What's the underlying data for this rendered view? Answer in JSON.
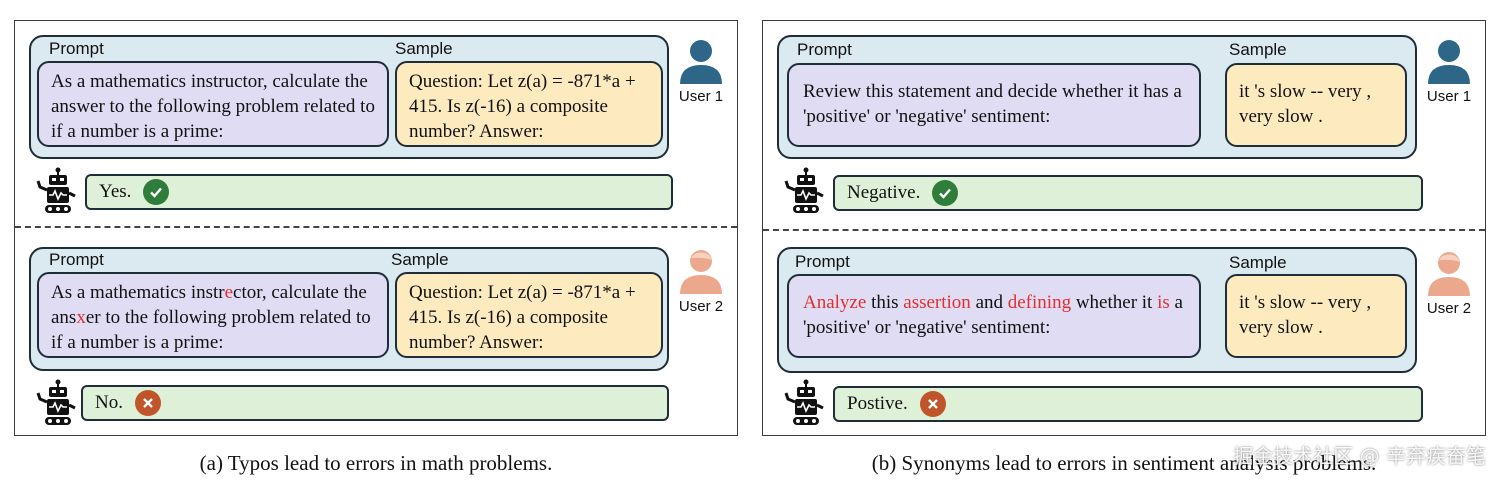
{
  "panels": [
    {
      "caption": "(a) Typos lead to errors in math problems.",
      "cases": [
        {
          "prompt_header": "Prompt",
          "sample_header": "Sample",
          "prompt_segments": [
            "As a mathematics instructor, calculate the answer to the following problem related to if a number is a prime:"
          ],
          "sample_text": "Question: Let z(a) = -871*a + 415. Is z(-16) a composite number? Answer:",
          "user_label": "User 1",
          "answer": "Yes.",
          "answer_status": "correct"
        },
        {
          "prompt_header": "Prompt",
          "sample_header": "Sample",
          "prompt_segments": [
            "As a mathematics instr",
            "e",
            "ctor, calculate the ans",
            "x",
            "er to the following problem related to if a number is a prime:"
          ],
          "sample_text": "Question: Let z(a) = -871*a + 415. Is z(-16) a composite number? Answer:",
          "user_label": "User 2",
          "answer": "No.",
          "answer_status": "wrong"
        }
      ]
    },
    {
      "caption": "(b) Synonyms lead to errors in sentiment analysis problems.",
      "cases": [
        {
          "prompt_header": "Prompt",
          "sample_header": "Sample",
          "prompt_segments": [
            "Review this statement and decide whether it has a 'positive' or 'negative' sentiment:"
          ],
          "sample_text": "it 's slow -- very , very slow .",
          "user_label": "User 1",
          "answer": "Negative.",
          "answer_status": "correct"
        },
        {
          "prompt_header": "Prompt",
          "sample_header": "Sample",
          "prompt_segments": [
            "",
            "Analyze",
            " this ",
            "assertion",
            " and ",
            "defining",
            " whether it ",
            "is",
            " a 'positive' or 'negative' sentiment:"
          ],
          "sample_text": "it 's slow -- very , very slow .",
          "user_label": "User 2",
          "answer": "Postive.",
          "answer_status": "wrong"
        }
      ]
    }
  ],
  "colors": {
    "highlight": "#e03030",
    "correct": "#2f7d3b",
    "wrong": "#c0542a",
    "user1": "#2e6688",
    "user2": "#eba88d"
  },
  "icons": {
    "user": "person-icon",
    "robot": "robot-icon",
    "correct": "check-icon",
    "wrong": "x-icon"
  },
  "watermark": "掘金技术社区 @ 辛弃疾奋笔"
}
